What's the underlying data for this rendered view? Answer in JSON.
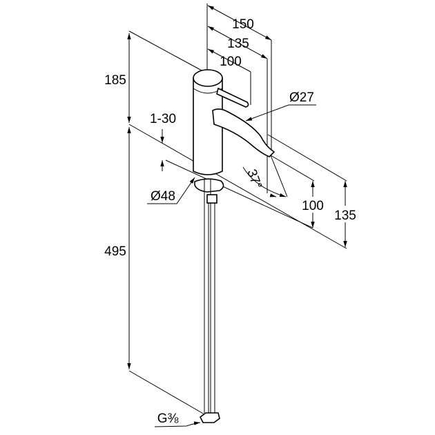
{
  "drawing": {
    "dimensions": {
      "total_height_above_deck": "185",
      "pipe_length": "495",
      "reach_150": "150",
      "reach_135": "135",
      "lever_reach": "100",
      "spout_diameter": "Ø27",
      "deck_thickness": "1-30",
      "spout_angle": "37°",
      "base_diameter": "Ø48",
      "spout_height_100": "100",
      "spout_height_135": "135",
      "connection_thread": "G⅜"
    },
    "line_color": "#000000",
    "background": "#ffffff"
  }
}
